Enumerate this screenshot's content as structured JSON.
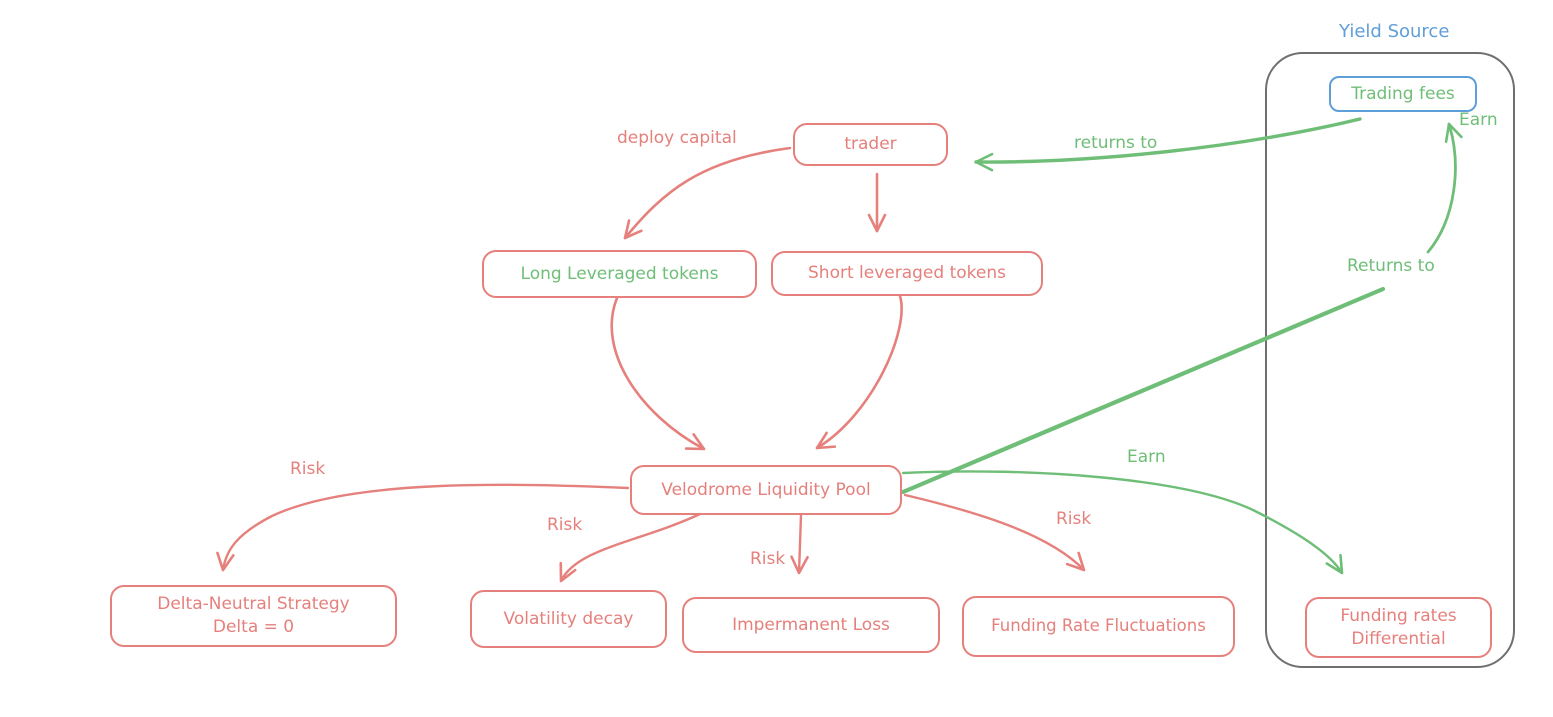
{
  "colors": {
    "red": "#e5807c",
    "green": "#6fbe78",
    "blue": "#5f9fd9",
    "gray": "#6f6f6f",
    "background": "#ffffff"
  },
  "yield_group": {
    "title": "Yield Source"
  },
  "nodes": {
    "trader": {
      "label": "trader"
    },
    "long_tokens": {
      "label": "Long Leveraged tokens"
    },
    "short_tokens": {
      "label": "Short leveraged tokens"
    },
    "velodrome": {
      "label": "Velodrome Liquidity Pool"
    },
    "delta_neutral": {
      "line1": "Delta-Neutral Strategy",
      "line2": "Delta = 0"
    },
    "volatility": {
      "label": "Volatility decay"
    },
    "impermanent": {
      "label": "Impermanent Loss"
    },
    "funding_fluctuations": {
      "label": "Funding Rate Fluctuations"
    },
    "trading_fees": {
      "label": "Trading fees"
    },
    "funding_differential": {
      "line1": "Funding rates",
      "line2": "Differential"
    }
  },
  "edge_labels": {
    "deploy_capital": "deploy capital",
    "returns_to_trader": "returns to",
    "earn_top": "Earn",
    "returns_to_yield": "Returns to",
    "earn_funding": "Earn",
    "risk_delta": "Risk",
    "risk_volatility": "Risk",
    "risk_impermanent": "Risk",
    "risk_funding": "Risk"
  }
}
